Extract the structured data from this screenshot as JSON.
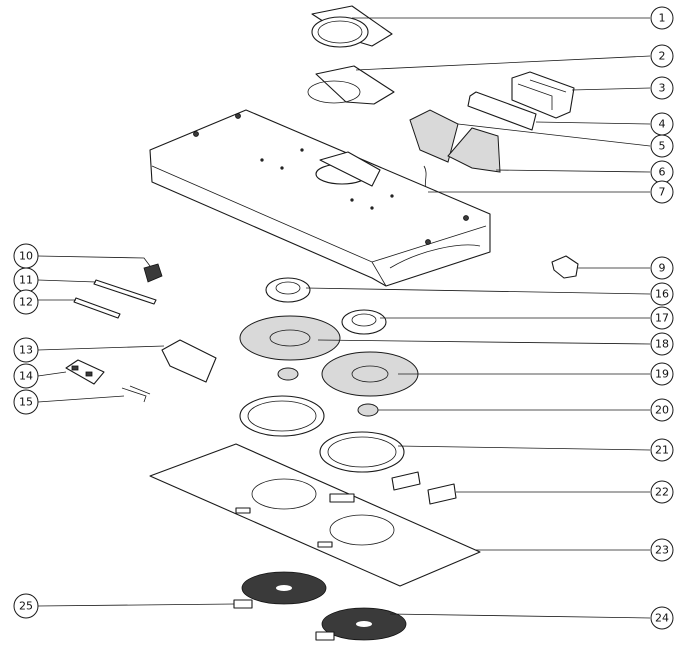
{
  "callouts": [
    {
      "id": "1",
      "label": "1"
    },
    {
      "id": "2",
      "label": "2"
    },
    {
      "id": "3",
      "label": "3"
    },
    {
      "id": "4",
      "label": "4"
    },
    {
      "id": "5",
      "label": "5"
    },
    {
      "id": "6",
      "label": "6"
    },
    {
      "id": "7",
      "label": "7"
    },
    {
      "id": "9",
      "label": "9"
    },
    {
      "id": "10",
      "label": "10"
    },
    {
      "id": "11",
      "label": "11"
    },
    {
      "id": "12",
      "label": "12"
    },
    {
      "id": "13",
      "label": "13"
    },
    {
      "id": "14",
      "label": "14"
    },
    {
      "id": "15",
      "label": "15"
    },
    {
      "id": "16",
      "label": "16"
    },
    {
      "id": "17",
      "label": "17"
    },
    {
      "id": "18",
      "label": "18"
    },
    {
      "id": "19",
      "label": "19"
    },
    {
      "id": "20",
      "label": "20"
    },
    {
      "id": "21",
      "label": "21"
    },
    {
      "id": "22",
      "label": "22"
    },
    {
      "id": "23",
      "label": "23"
    },
    {
      "id": "24",
      "label": "24"
    },
    {
      "id": "25",
      "label": "25"
    }
  ]
}
